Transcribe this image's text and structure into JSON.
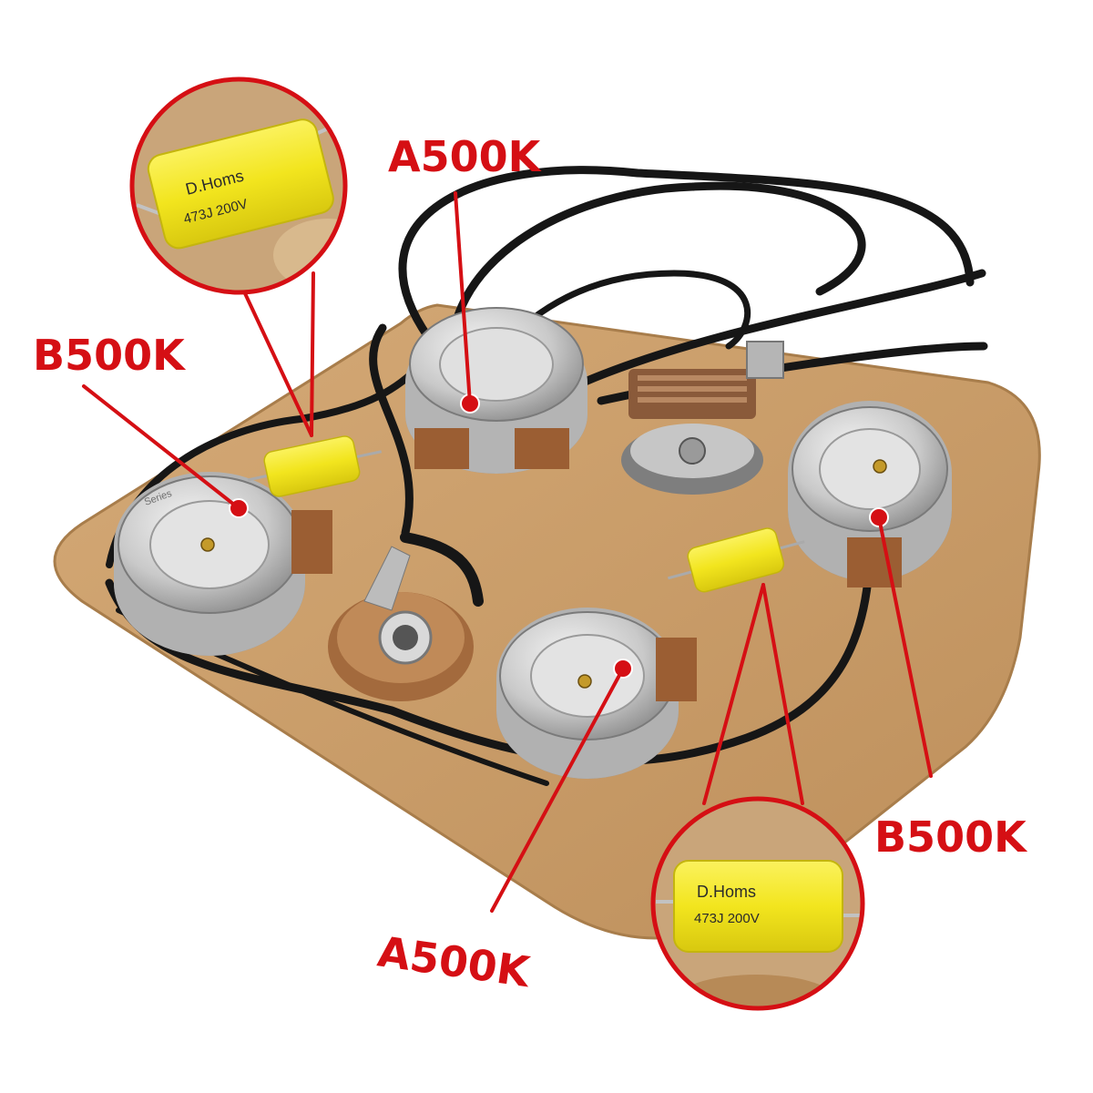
{
  "callouts": {
    "top": "A500K",
    "left": "B500K",
    "right": "B500K",
    "bottom": "A500K"
  },
  "capacitor": {
    "brand": "D.Homs",
    "rating": "473J 200V"
  },
  "pot_markings": {
    "series": "Series"
  },
  "colors": {
    "callout_red": "#d50f14",
    "board": "#c79a66",
    "capacitor_yellow": "#f2e51e",
    "wire": "#161616",
    "pot_silver": "#cfcfcf"
  }
}
